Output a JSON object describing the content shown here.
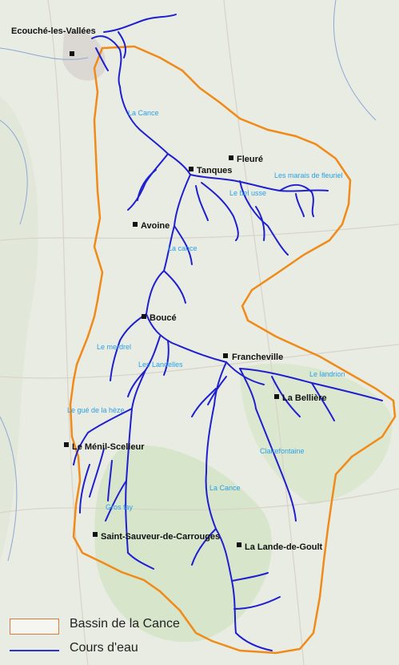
{
  "colors": {
    "basin": "#f08a18",
    "river": "#1f1fd0",
    "river_label": "#2aa0e6",
    "background": "#e9ece2"
  },
  "towns": [
    "Ecouché-les-Vallées",
    "Fleuré",
    "Tanques",
    "Avoine",
    "Boucé",
    "Francheville",
    "La Bellière",
    "Le Ménil-Scelleur",
    "Saint-Sauveur-de-Carrouges",
    "La Lande-de-Goult"
  ],
  "river_labels": [
    "La Cance",
    "Les marais de fleuriel",
    "Le bel usse",
    "La cance",
    "Le merdrel",
    "Les Landelles",
    "Le landrion",
    "Le gué de la hèze",
    "Clairefontaine",
    "La Cance",
    "Gros fay"
  ],
  "legend": {
    "basin_label": "Bassin de la Cance",
    "river_label": "Cours d'eau"
  }
}
